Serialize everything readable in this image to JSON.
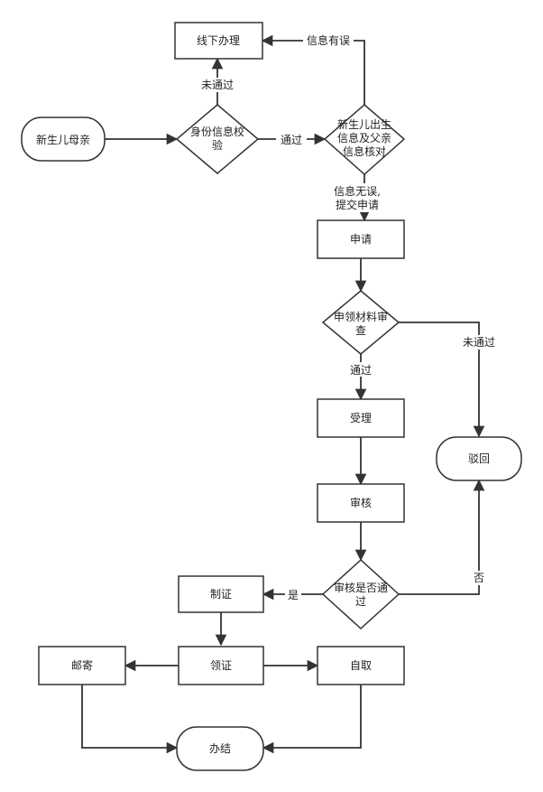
{
  "nodes": {
    "newborn_mother": "新生儿母亲",
    "id_check": [
      "身份信息校",
      "验"
    ],
    "offline": "线下办理",
    "birth_check": [
      "新生儿出生",
      "信息及父亲",
      "信息核对"
    ],
    "apply": "申请",
    "material_review": [
      "申领材料审",
      "查"
    ],
    "accept": "受理",
    "audit": "审核",
    "audit_pass": [
      "审核是否通",
      "过"
    ],
    "reject": "驳回",
    "make_cert": "制证",
    "get_cert": "领证",
    "mail": "邮寄",
    "self_pick": "自取",
    "finish": "办结"
  },
  "edges": {
    "id_pass": "通过",
    "id_fail": "未通过",
    "info_error": "信息有误",
    "info_ok": [
      "信息无误,",
      "提交申请"
    ],
    "material_pass": "通过",
    "material_fail": "未通过",
    "audit_yes": "是",
    "audit_no": "否"
  }
}
